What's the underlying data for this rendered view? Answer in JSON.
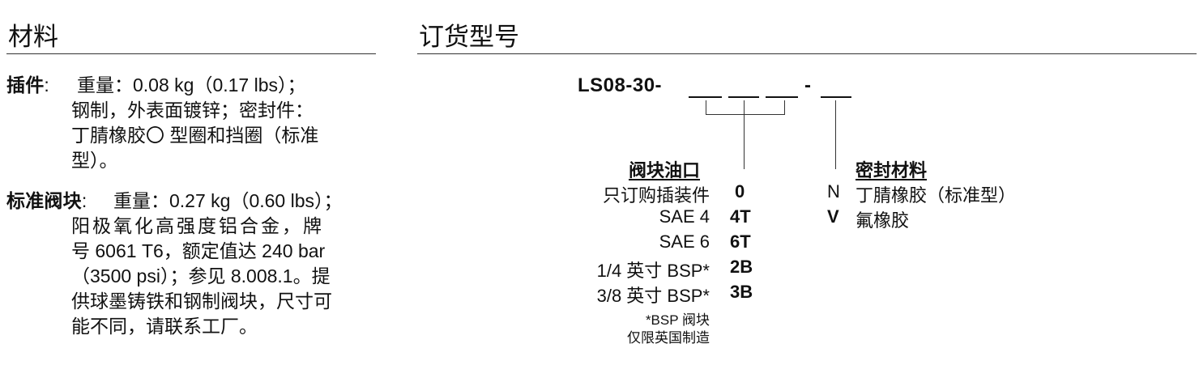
{
  "materials": {
    "heading": "材料",
    "cartridge": {
      "label": "插件",
      "colon": ":",
      "lines": [
        "重量：0.08 kg（0.17 lbs）；",
        "钢制，外表面镀锌；密封件：",
        "丁腈橡胶〇 型圈和挡圈（标准",
        "型）。"
      ]
    },
    "body": {
      "label": "标准阀块",
      "colon": ":",
      "lines": [
        "重量：0.27 kg（0.60 lbs）；",
        "阳极氧化高强度铝合金，牌",
        "号 6061 T6，额定值达 240 bar",
        "（3500 psi）；参见 8.008.1。提",
        "供球墨铸铁和钢制阀块，尺寸可",
        "能不同，请联系工厂。"
      ]
    }
  },
  "ordering": {
    "heading": "订货型号",
    "model_prefix": "LS08-30-",
    "separator": "-",
    "ports": {
      "header": "阀块油口",
      "options": [
        {
          "label": "只订购插装件",
          "code": "0"
        },
        {
          "label": "SAE 4",
          "code": "4T"
        },
        {
          "label": "SAE 6",
          "code": "6T"
        },
        {
          "label": "1/4 英寸 BSP*",
          "code": "2B"
        },
        {
          "label": "3/8 英寸 BSP*",
          "code": "3B"
        }
      ],
      "note_line1": "*BSP 阀块",
      "note_line2": "仅限英国制造"
    },
    "seals": {
      "header": "密封材料",
      "options": [
        {
          "code": "N",
          "label": "丁腈橡胶（标准型）"
        },
        {
          "code": "V",
          "label": "氟橡胶"
        }
      ]
    }
  }
}
